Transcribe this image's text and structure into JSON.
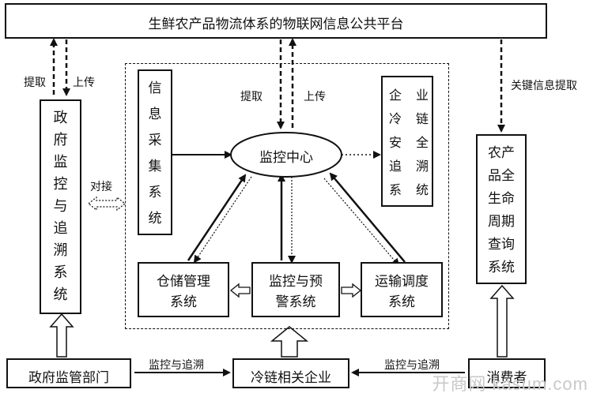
{
  "platform": {
    "title": "生鲜农产品物流体系的物联网信息公共平台"
  },
  "gov_system": {
    "chars": [
      "政",
      "府",
      "监",
      "控",
      "与",
      "追",
      "溯",
      "系",
      "统"
    ]
  },
  "info_collect": {
    "chars": [
      "信",
      "息",
      "采",
      "集",
      "系",
      "统"
    ]
  },
  "monitor_center": {
    "label": "监控中心"
  },
  "enterprise_trace": {
    "col1": [
      "企",
      "冷",
      "安",
      "追",
      "系"
    ],
    "col2": [
      "业",
      "链",
      "全",
      "溯",
      "统"
    ]
  },
  "lifecycle": {
    "lines": [
      "农产",
      "品全",
      "生命",
      "周期",
      "查询",
      "系统"
    ]
  },
  "warehouse": {
    "line1": "仓储管理",
    "line2": "系统"
  },
  "warning": {
    "line1": "监控与预",
    "line2": "警系统"
  },
  "transport": {
    "line1": "运输调度",
    "line2": "系统"
  },
  "gov_dept": {
    "label": "政府监管部门"
  },
  "cold_chain": {
    "label": "冷链相关企业"
  },
  "consumer": {
    "label": "消费者"
  },
  "labels": {
    "extract_left": "提取",
    "upload_left": "上传",
    "extract_center": "提取",
    "upload_center": "上传",
    "key_extract": "关键信息提取",
    "dock": "对接",
    "monitor_trace_left": "监控与追溯",
    "monitor_trace_right": "监控与追溯"
  },
  "watermark": "开商网 kasum.com"
}
